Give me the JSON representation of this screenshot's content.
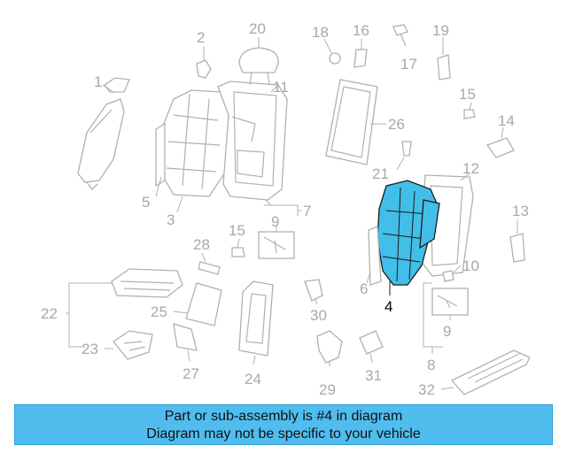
{
  "callouts": {
    "c1": "1",
    "c2": "2",
    "c3": "3",
    "c4": "4",
    "c5": "5",
    "c6": "6",
    "c7": "7",
    "c8": "8",
    "c9a": "9",
    "c9b": "9",
    "c10": "10",
    "c11": "11",
    "c12": "12",
    "c13": "13",
    "c14": "14",
    "c15a": "15",
    "c15b": "15",
    "c16": "16",
    "c17": "17",
    "c18": "18",
    "c19": "19",
    "c20": "20",
    "c21": "21",
    "c22": "22",
    "c23": "23",
    "c24": "24",
    "c25": "25",
    "c26": "26",
    "c27": "27",
    "c28": "28",
    "c29": "29",
    "c30": "30",
    "c31": "31",
    "c32": "32"
  },
  "highlight": {
    "part_number": "4",
    "color": "#41bfe9"
  },
  "banner": {
    "line1": "Part or sub-assembly is #4 in diagram",
    "line2": "Diagram may not be specific to your vehicle",
    "color": "#50bdee"
  }
}
